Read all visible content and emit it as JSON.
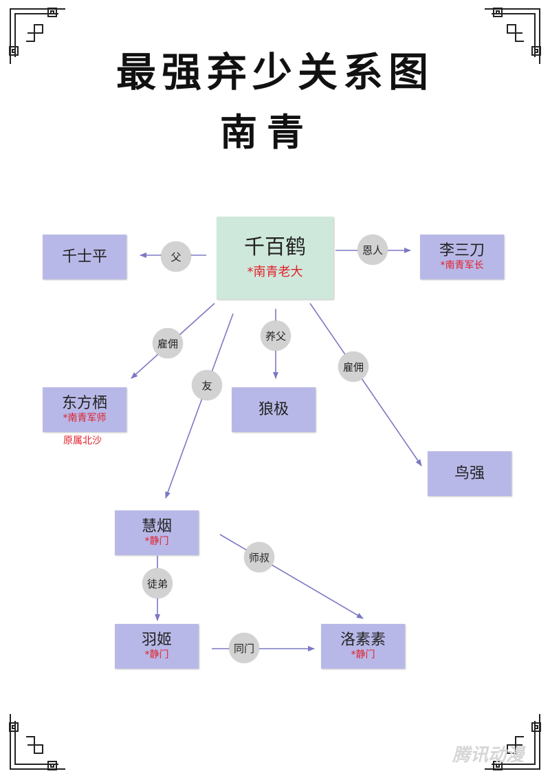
{
  "title": "最强弃少关系图",
  "subtitle": "南青",
  "nodes": {
    "center": {
      "name": "千百鹤",
      "note": "*南青老大"
    },
    "father": {
      "name": "千士平"
    },
    "benefactor": {
      "name": "李三刀",
      "note": "*南青军长"
    },
    "dongfang": {
      "name": "东方栖",
      "note": "*南青军师",
      "note2": "原属北沙"
    },
    "langji": {
      "name": "狼极"
    },
    "niaoqiang": {
      "name": "鸟强"
    },
    "huiyan": {
      "name": "慧烟",
      "note": "*静门"
    },
    "yuji": {
      "name": "羽姬",
      "note": "*静门"
    },
    "luosusu": {
      "name": "洛素素",
      "note": "*静门"
    }
  },
  "relations": {
    "father": "父",
    "benefactor": "恩人",
    "employ1": "雇佣",
    "friend": "友",
    "foster": "养父",
    "employ2": "雇佣",
    "uncle": "师叔",
    "disciple": "徒弟",
    "same_sect": "同门"
  },
  "watermark": "腾讯动漫",
  "colors": {
    "node": "#b8b8e8",
    "center": "#cfe8dc",
    "arrow": "#7b78c4",
    "note": "#e0202a"
  }
}
